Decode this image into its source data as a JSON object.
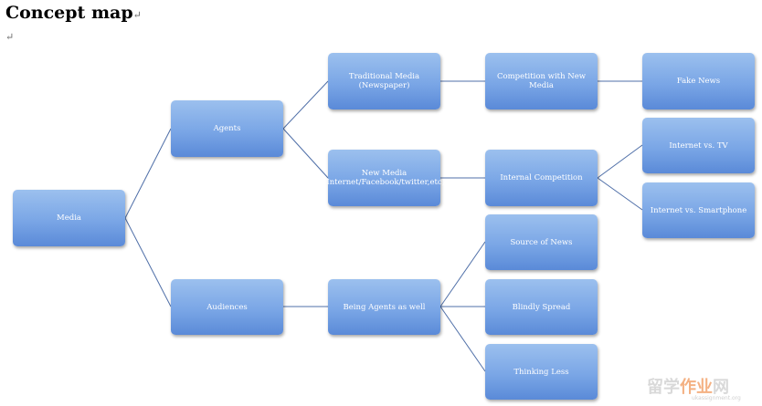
{
  "document": {
    "heading": "Concept map",
    "paragraph_mark": "↵"
  },
  "nodes": {
    "media": "Media",
    "agents": "Agents",
    "audiences": "Audiences",
    "traditional_media": "Traditional Media (Newspaper)",
    "new_media": "New Media (Internet/Facebook/twitter,etc)",
    "being_agents": "Being Agents as well",
    "competition_new_media": "Competition with New Media",
    "internal_competition": "Internal Competition",
    "source_of_news": "Source of News",
    "blindly_spread": "Blindly Spread",
    "thinking_less": "Thinking Less",
    "fake_news": "Fake News",
    "internet_vs_tv": "Internet vs. TV",
    "internet_vs_smartphone": "Internet vs. Smartphone"
  },
  "watermark": {
    "text_part1": "留学",
    "text_part2": "作业",
    "text_part3": "网",
    "url": "ukassignment.org"
  },
  "colors": {
    "node_top": "#9cc0ee",
    "node_bottom": "#5a8ad8",
    "connector": "#4f6fa8"
  }
}
